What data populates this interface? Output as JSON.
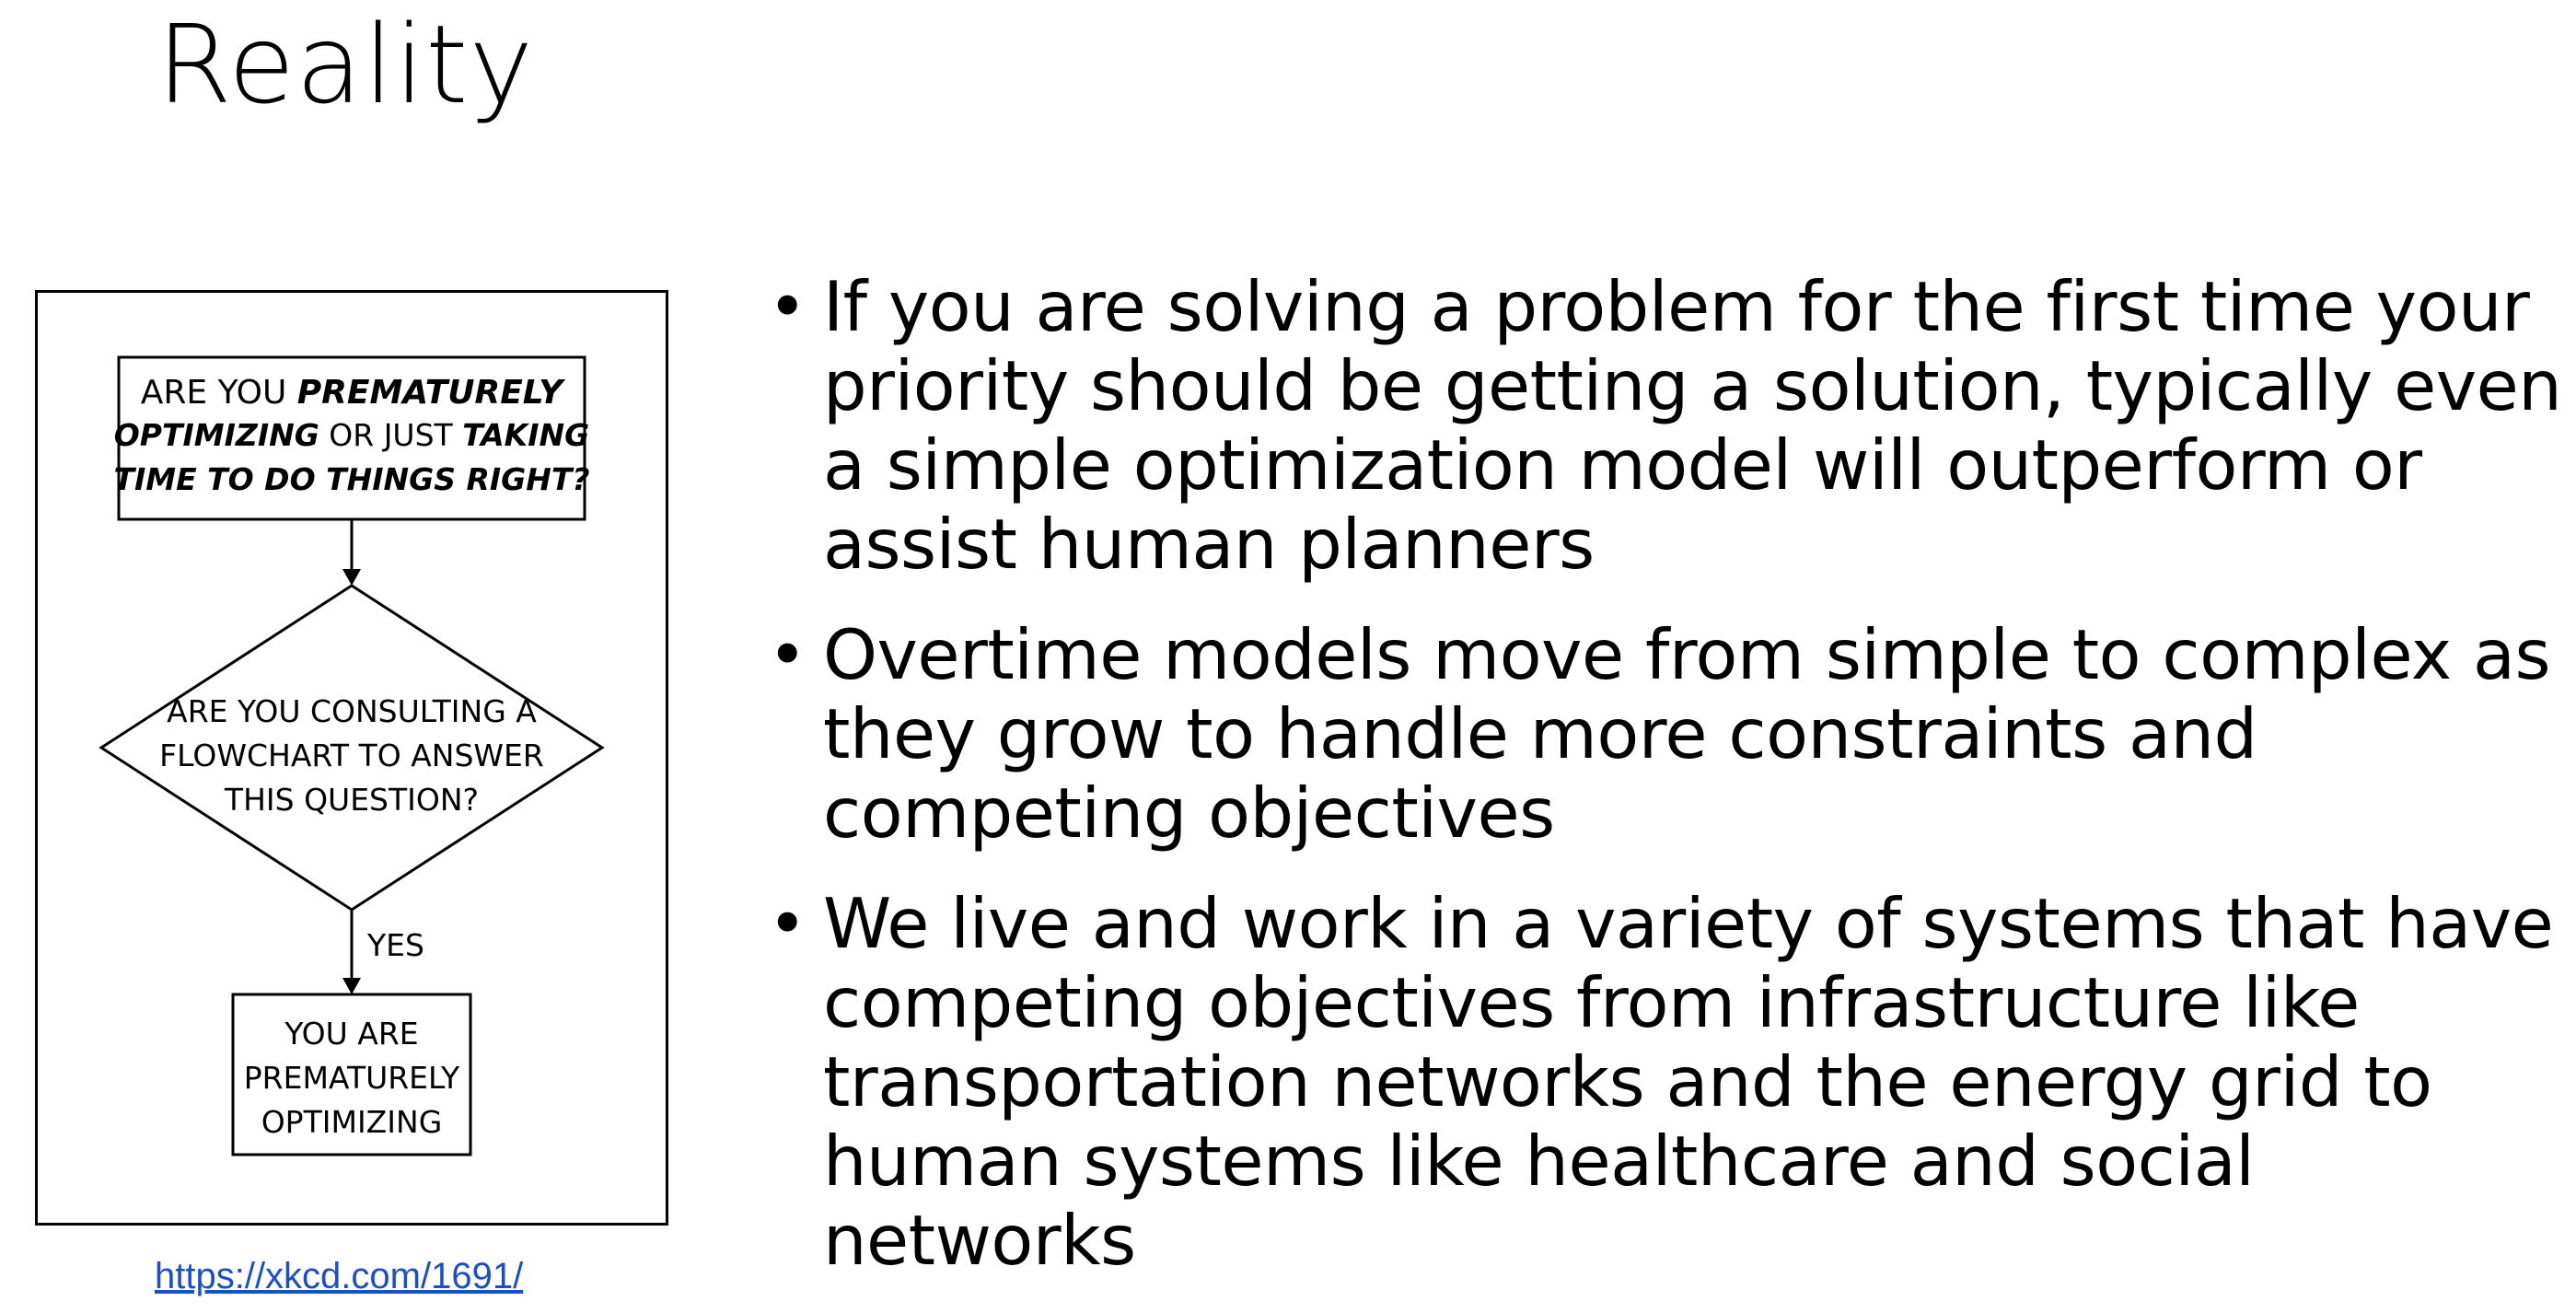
{
  "slide": {
    "title": "Reality"
  },
  "comic": {
    "box_top_line1_plain": "ARE YOU ",
    "box_top_line1_italic": "PREMATURELY",
    "box_top_line2_italic_a": "OPTIMIZING",
    "box_top_line2_plain": " OR JUST ",
    "box_top_line2_italic_b": "TAKING",
    "box_top_line3": "TIME TO DO THINGS RIGHT?",
    "diamond_line1": "ARE YOU CONSULTING A",
    "diamond_line2": "FLOWCHART TO ANSWER",
    "diamond_line3": "THIS QUESTION?",
    "yes_label": "YES",
    "box_bottom_line1": "YOU ARE",
    "box_bottom_line2": "PREMATURELY",
    "box_bottom_line3": "OPTIMIZING"
  },
  "source": {
    "link_text": "https://xkcd.com/1691/"
  },
  "bullets": [
    {
      "lines": [
        "If you are solving a problem for the first time your",
        "priority should be getting a solution, typically even",
        "a simple optimization model will outperform or",
        "assist human planners"
      ]
    },
    {
      "lines": [
        "Overtime models move from simple to complex as",
        "they grow to handle more constraints and",
        "competing objectives"
      ]
    },
    {
      "lines": [
        "We live and work in a variety of systems that have",
        "competing objectives from infrastructure like",
        "transportation networks and the energy grid to",
        "human systems like healthcare and social networks"
      ]
    }
  ],
  "colors": {
    "link": "#1a4fc7",
    "text": "#000000",
    "background": "#ffffff"
  }
}
